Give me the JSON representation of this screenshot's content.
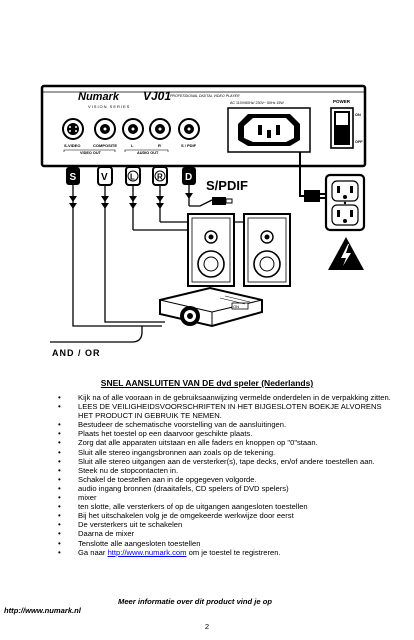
{
  "diagram": {
    "brand": "Numark",
    "series": "VISION SERIES",
    "model": "VJ01",
    "product": "PROFESSIONAL DIGITAL VIDEO PLAYER",
    "voltage": "AC 110V/60Hz/ 230V~ 50Hz 15W",
    "power_label": "POWER",
    "on_label": "ON",
    "off_label": "OFF",
    "ports": {
      "svideo": "S-VIDEO",
      "composite": "COMPOSITE",
      "left": "L",
      "right": "R",
      "spdif": "S / PDIF",
      "video_out": "VIDEO OUT",
      "audio_out": "AUDIO OUT"
    },
    "plug_letters": [
      "S",
      "V",
      "L",
      "R",
      "D"
    ],
    "spdif_label": "S/PDIF",
    "and_or": "AND / OR",
    "projector_label": "ON"
  },
  "document": {
    "title": "SNEL AANSLUITEN VAN DE  dvd speler (Nederlands)",
    "steps": [
      "Kijk na of alle vooraan in de gebruiksaanwijzing vermelde onderdelen in de verpakking zitten.",
      "LEES DE VEILIGHEIDSVOORSCHRIFTEN IN HET BIJGESLOTEN BOEKJE ALVORENS HET PRODUCT IN GEBRUIK TE NEMEN.",
      "Bestudeer de schematische voorstelling van de aansluitingen.",
      "Plaats het toestel op een daarvoor geschikte plaats.",
      "Zorg dat alle apparaten uitstaan en alle faders en knoppen op \"0\"staan.",
      "Sluit alle stereo ingangsbronnen aan zoals op de tekening.",
      "Sluit alle stereo uitgangen aan de versterker(s), tape decks, en/of andere toestellen aan.",
      "Steek nu de stopcontacten in.",
      "Schakel de toestellen aan in de opgegeven volgorde.",
      "audio ingang bronnen (draaitafels, CD spelers of DVD spelers)",
      "mixer",
      "ten slotte, alle versterkers of op de uitgangen aangesloten toestellen",
      "Bij het uitschakelen volg je de omgekeerde werkwijze door eerst",
      "De versterkers uit te schakelen",
      "Daarna de mixer",
      "Tenslotte alle aangesloten toestellen"
    ],
    "last_step": {
      "before": "Ga naar ",
      "link": "http://www.numark.com",
      "after": " om je toestel te registreren."
    },
    "more_info": "Meer informatie over dit product vind je op",
    "site_url": "http://www.numark.nl",
    "page_number": "2"
  }
}
